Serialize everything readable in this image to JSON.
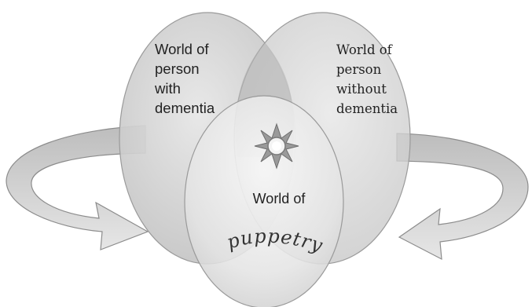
{
  "diagram": {
    "left_world": {
      "lines": [
        "World of",
        "person",
        "with",
        "dementia"
      ]
    },
    "right_world": {
      "lines": [
        "World of",
        "person",
        "without",
        "dementia"
      ]
    },
    "center_world": {
      "label": "World of",
      "curved_label": "puppetry"
    },
    "icons": {
      "center": "star-sun-icon",
      "left_arrow": "curved-arrow-right-icon",
      "right_arrow": "curved-arrow-left-icon"
    },
    "colors": {
      "ellipse_fill": "#d4d4d4",
      "ellipse_stroke": "#9a9a9a",
      "center_fill": "#e8e8e8",
      "arrow_fill": "#d0d0d0",
      "text": "#222222"
    }
  }
}
